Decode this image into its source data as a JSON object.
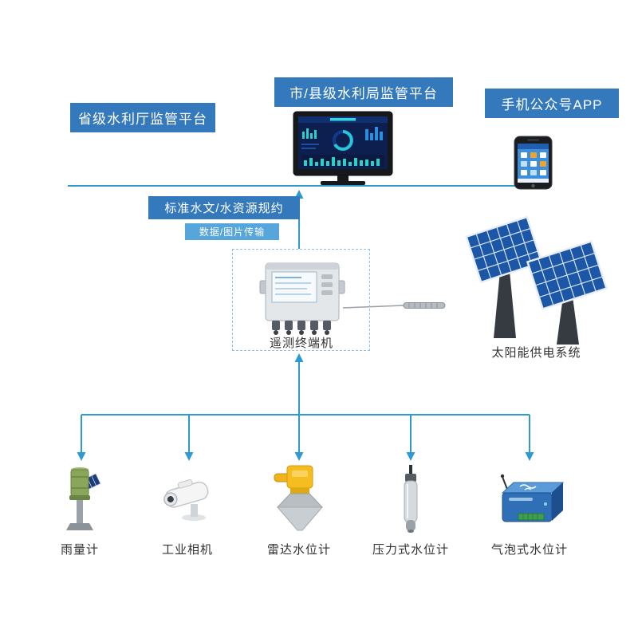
{
  "diagram": {
    "platforms": {
      "provincial": "省级水利厅监管平台",
      "city_county": "市/县级水利局监管平台",
      "mobile_app": "手机公众号APP"
    },
    "links": {
      "protocol": "标准水文/水资源规约",
      "data_transfer": "数据/图片传输"
    },
    "devices": {
      "rtu": "遥测终端机",
      "solar": "太阳能供电系统"
    },
    "sensors": [
      {
        "label": "雨量计"
      },
      {
        "label": "工业相机"
      },
      {
        "label": "雷达水位计"
      },
      {
        "label": "压力式水位计"
      },
      {
        "label": "气泡式水位计"
      }
    ],
    "colors": {
      "box_blue": "#3579bd",
      "light_box_blue": "#56a6dc",
      "line_blue": "#2e9ad2",
      "solar_panel_blue": "#1c56a7",
      "radar_yellow": "#f5bd1f",
      "label_text": "#333333"
    }
  }
}
